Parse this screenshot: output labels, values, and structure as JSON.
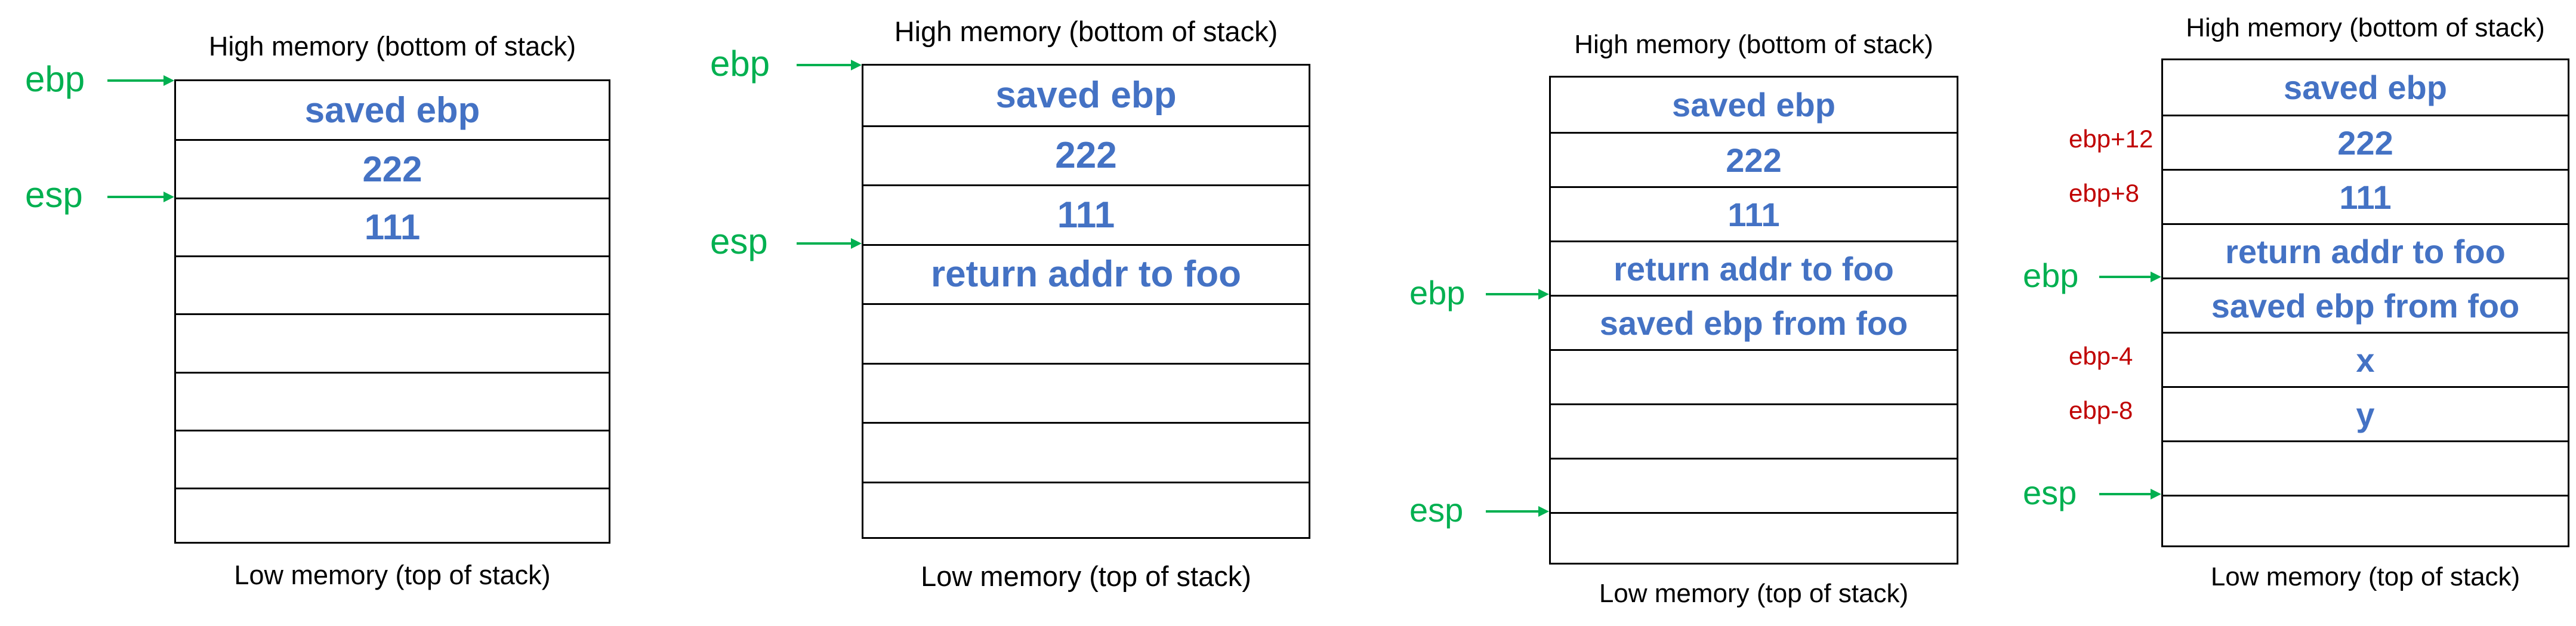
{
  "diagrams": [
    {
      "top_caption": "High memory (bottom of stack)",
      "bottom_caption": "Low memory (top of stack)",
      "cells": [
        "saved ebp",
        "222",
        "111",
        "",
        "",
        "",
        "",
        ""
      ],
      "registers": [
        {
          "label": "ebp",
          "cell": 0
        },
        {
          "label": "esp",
          "cell": 2
        }
      ],
      "offsets": []
    },
    {
      "top_caption": "High memory (bottom of stack)",
      "bottom_caption": "Low memory (top of stack)",
      "cells": [
        "saved ebp",
        "222",
        "111",
        "return addr to foo",
        "",
        "",
        "",
        ""
      ],
      "registers": [
        {
          "label": "ebp",
          "cell": 0
        },
        {
          "label": "esp",
          "cell": 3
        }
      ],
      "offsets": []
    },
    {
      "top_caption": "High memory (bottom of stack)",
      "bottom_caption": "Low memory (top of stack)",
      "cells": [
        "saved ebp",
        "222",
        "111",
        "return addr to foo",
        "saved ebp from foo",
        "",
        "",
        "",
        ""
      ],
      "registers": [
        {
          "label": "ebp",
          "cell": 4
        },
        {
          "label": "esp",
          "cell": 8
        }
      ],
      "offsets": []
    },
    {
      "top_caption": "High memory (bottom of stack)",
      "bottom_caption": "Low memory (top of stack)",
      "cells": [
        "saved ebp",
        "222",
        "111",
        "return addr to foo",
        "saved ebp from foo",
        "x",
        "y",
        "",
        ""
      ],
      "registers": [
        {
          "label": "ebp",
          "cell": 4
        },
        {
          "label": "esp",
          "cell": 8
        }
      ],
      "offsets": [
        {
          "label": "ebp+12",
          "cell": 1
        },
        {
          "label": "ebp+8",
          "cell": 2
        },
        {
          "label": "ebp-4",
          "cell": 5
        },
        {
          "label": "ebp-8",
          "cell": 6
        }
      ]
    }
  ],
  "colors": {
    "cell_text": "#4472c4",
    "register": "#00b050",
    "offset": "#c00000",
    "border": "#000000"
  }
}
